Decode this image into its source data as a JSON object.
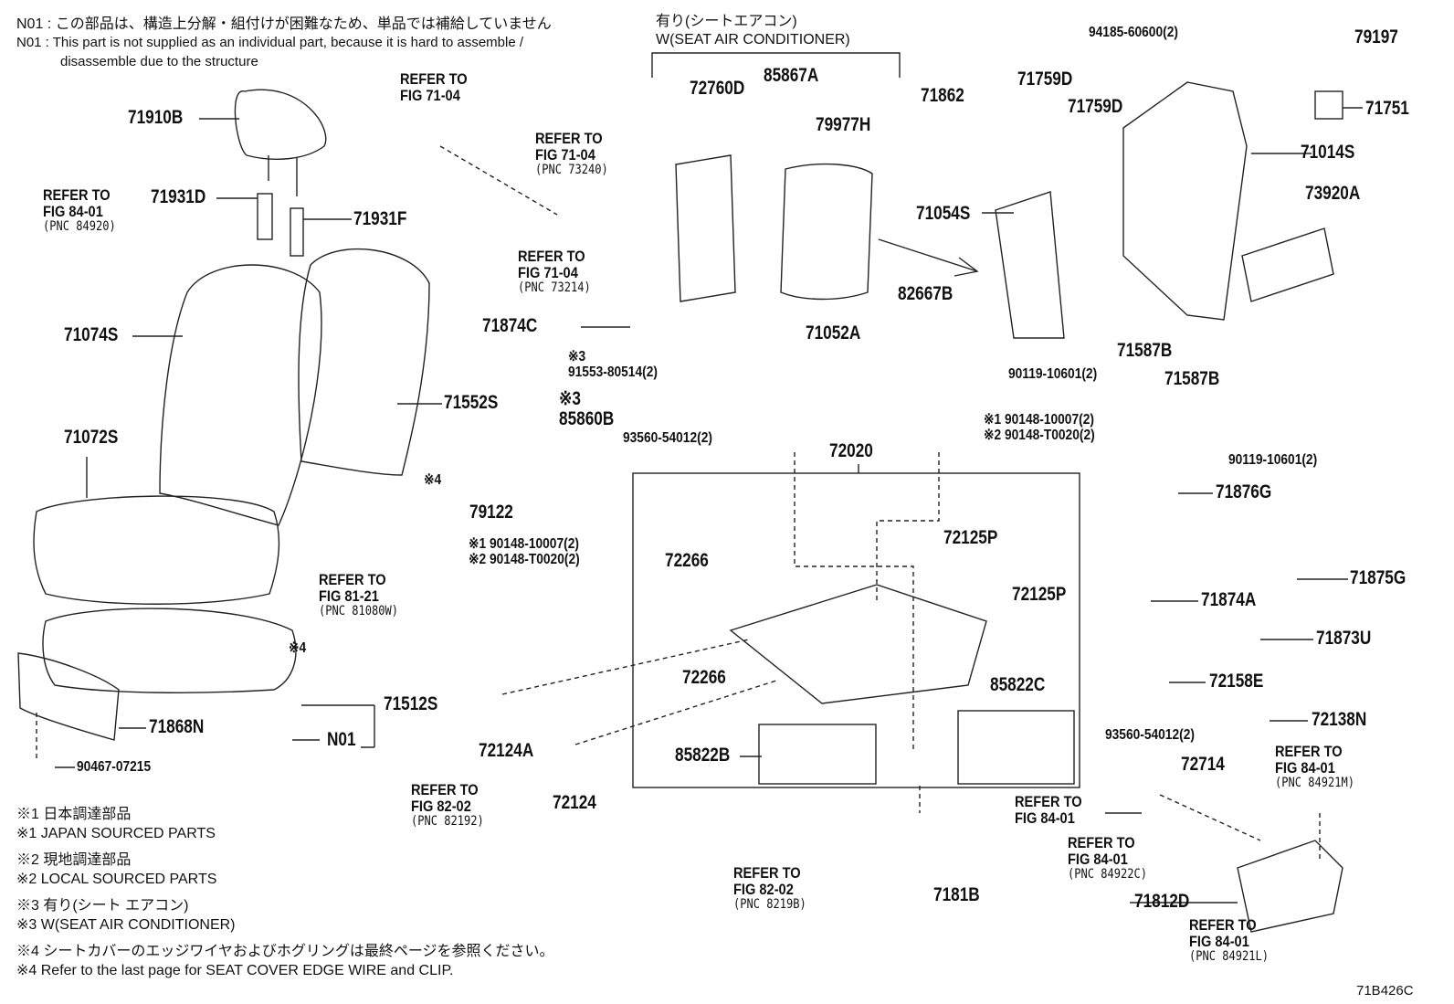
{
  "notes": {
    "n01_jp": "N01 : この部品は、構造上分解・組付けが困難なため、単品では補給していません",
    "n01_en": "N01 : This part is not supplied as an individual part, because it is hard to assemble /",
    "n01_en_cont": "disassemble due to the structure",
    "seat_ac_jp": "有り(シートエアコン)",
    "seat_ac_en": "W(SEAT AIR CONDITIONER)"
  },
  "legend": [
    "※1  日本調達部品",
    "※1  JAPAN SOURCED PARTS",
    "※2  現地調達部品",
    "※2  LOCAL SOURCED PARTS",
    "※3  有り(シート エアコン)",
    "※3  W(SEAT AIR CONDITIONER)",
    "※4  シートカバーのエッジワイヤおよびホグリングは最終ページを参照ください。",
    "※4  Refer to the last page for SEAT COVER EDGE WIRE and CLIP."
  ],
  "figure_code": "71B426C",
  "callouts": [
    {
      "kind": "pn",
      "lines": [
        "71910B"
      ]
    },
    {
      "kind": "ref",
      "lines": [
        "REFER TO",
        "FIG 71-04"
      ]
    },
    {
      "kind": "ref",
      "lines": [
        "REFER TO",
        "FIG 71-04",
        "(PNC 73240)"
      ]
    },
    {
      "kind": "ref",
      "lines": [
        "REFER TO",
        "FIG 84-01",
        "(PNC 84920)"
      ]
    },
    {
      "kind": "pn",
      "lines": [
        "71931D"
      ]
    },
    {
      "kind": "pn",
      "lines": [
        "71931F"
      ]
    },
    {
      "kind": "ref",
      "lines": [
        "REFER TO",
        "FIG 71-04",
        "(PNC 73214)"
      ]
    },
    {
      "kind": "pn",
      "lines": [
        "72760D"
      ]
    },
    {
      "kind": "pn",
      "lines": [
        "85867A"
      ]
    },
    {
      "kind": "pn",
      "lines": [
        "79977H"
      ]
    },
    {
      "kind": "pn",
      "lines": [
        "71862"
      ]
    },
    {
      "kind": "pn",
      "lines": [
        "71759D"
      ]
    },
    {
      "kind": "pn",
      "lines": [
        "71759D"
      ]
    },
    {
      "kind": "small",
      "lines": [
        "94185-60600(2)"
      ]
    },
    {
      "kind": "pn",
      "lines": [
        "79197"
      ]
    },
    {
      "kind": "pn",
      "lines": [
        "71751"
      ]
    },
    {
      "kind": "pn",
      "lines": [
        "71014S"
      ]
    },
    {
      "kind": "pn",
      "lines": [
        "73920A"
      ]
    },
    {
      "kind": "pn",
      "lines": [
        "71054S"
      ]
    },
    {
      "kind": "pn",
      "lines": [
        "71074S"
      ]
    },
    {
      "kind": "pn",
      "lines": [
        "71552S"
      ]
    },
    {
      "kind": "pn",
      "lines": [
        "71874C"
      ]
    },
    {
      "kind": "pn",
      "lines": [
        "82667B"
      ]
    },
    {
      "kind": "pn",
      "lines": [
        "71052A"
      ]
    },
    {
      "kind": "small",
      "lines": [
        "90119-10601(2)"
      ]
    },
    {
      "kind": "pn",
      "lines": [
        "71587B"
      ]
    },
    {
      "kind": "pn",
      "lines": [
        "71587B"
      ]
    },
    {
      "kind": "small",
      "lines": [
        "90119-10601(2)"
      ]
    },
    {
      "kind": "small",
      "lines": [
        "※3",
        "91553-80514(2)"
      ]
    },
    {
      "kind": "pn",
      "lines": [
        "※3",
        "85860B"
      ]
    },
    {
      "kind": "small",
      "lines": [
        "※4"
      ]
    },
    {
      "kind": "pn",
      "lines": [
        "71072S"
      ]
    },
    {
      "kind": "small",
      "lines": [
        "93560-54012(2)"
      ]
    },
    {
      "kind": "pn",
      "lines": [
        "72020"
      ]
    },
    {
      "kind": "small",
      "lines": [
        "※1 90148-10007(2)",
        "※2 90148-T0020(2)"
      ]
    },
    {
      "kind": "pn",
      "lines": [
        "79122"
      ]
    },
    {
      "kind": "pn",
      "lines": [
        "71876G"
      ]
    },
    {
      "kind": "ref",
      "lines": [
        "REFER TO",
        "FIG 81-21",
        "(PNC 81080W)"
      ]
    },
    {
      "kind": "small",
      "lines": [
        "※1 90148-10007(2)",
        "※2 90148-T0020(2)"
      ]
    },
    {
      "kind": "pn",
      "lines": [
        "72266"
      ]
    },
    {
      "kind": "pn",
      "lines": [
        "72125P"
      ]
    },
    {
      "kind": "pn",
      "lines": [
        "72125P"
      ]
    },
    {
      "kind": "pn",
      "lines": [
        "71875G"
      ]
    },
    {
      "kind": "pn",
      "lines": [
        "71874A"
      ]
    },
    {
      "kind": "pn",
      "lines": [
        "71873U"
      ]
    },
    {
      "kind": "pn",
      "lines": [
        "72158E"
      ]
    },
    {
      "kind": "pn",
      "lines": [
        "72138N"
      ]
    },
    {
      "kind": "small",
      "lines": [
        "※4"
      ]
    },
    {
      "kind": "pn",
      "lines": [
        "71512S"
      ]
    },
    {
      "kind": "pn",
      "lines": [
        "71868N"
      ]
    },
    {
      "kind": "pn",
      "lines": [
        "N01"
      ]
    },
    {
      "kind": "small",
      "lines": [
        "90467-07215"
      ]
    },
    {
      "kind": "pn",
      "lines": [
        "72266"
      ]
    },
    {
      "kind": "pn",
      "lines": [
        "85822C"
      ]
    },
    {
      "kind": "pn",
      "lines": [
        "72124A"
      ]
    },
    {
      "kind": "pn",
      "lines": [
        "85822B"
      ]
    },
    {
      "kind": "pn",
      "lines": [
        "72124"
      ]
    },
    {
      "kind": "ref",
      "lines": [
        "REFER TO",
        "FIG 82-02",
        "(PNC 82192)"
      ]
    },
    {
      "kind": "ref",
      "lines": [
        "REFER TO",
        "FIG 82-02",
        "(PNC 8219B)"
      ]
    },
    {
      "kind": "pn",
      "lines": [
        "7181B"
      ]
    },
    {
      "kind": "small",
      "lines": [
        "93560-54012(2)"
      ]
    },
    {
      "kind": "pn",
      "lines": [
        "72714"
      ]
    },
    {
      "kind": "ref",
      "lines": [
        "REFER TO",
        "FIG 84-01",
        "(PNC 84921M)"
      ]
    },
    {
      "kind": "ref",
      "lines": [
        "REFER TO",
        "FIG 84-01"
      ]
    },
    {
      "kind": "ref",
      "lines": [
        "REFER TO",
        "FIG 84-01",
        "(PNC 84922C)"
      ]
    },
    {
      "kind": "pn",
      "lines": [
        "71812D"
      ]
    },
    {
      "kind": "ref",
      "lines": [
        "REFER TO",
        "FIG 84-01",
        "(PNC 84921L)"
      ]
    }
  ]
}
